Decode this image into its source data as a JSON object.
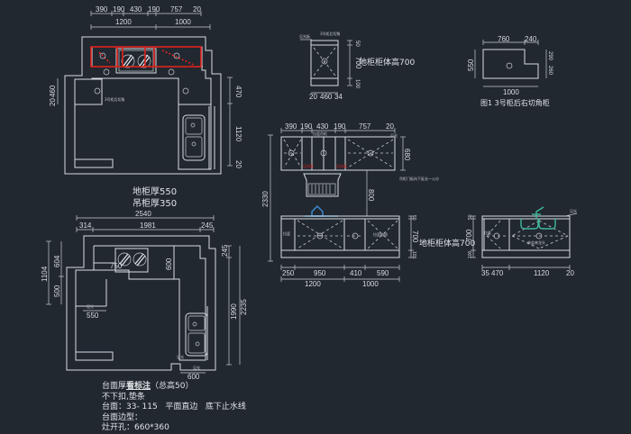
{
  "plan_top": {
    "dims_top_row": [
      "390",
      "190",
      "430",
      "190",
      "757",
      "20"
    ],
    "dims_second_row": [
      "1200",
      "1000"
    ],
    "dims_left": [
      "460",
      "20"
    ],
    "dims_right": [
      "470",
      "1120",
      "20"
    ],
    "note_label": "3号柜后切角",
    "caption_line1": "地柜厚550",
    "caption_line2": "吊柜厚350"
  },
  "plan_bottom": {
    "dims_top_row1": [
      "2540"
    ],
    "dims_top_row2": [
      "314",
      "1981",
      "245"
    ],
    "dims_left": [
      "1104",
      "604",
      "500"
    ],
    "dims_inner": [
      "600",
      "550",
      "750"
    ],
    "dims_right": [
      "245",
      "1990",
      "2235"
    ],
    "dims_bottom": [
      "600"
    ],
    "label_window": "见光",
    "label_side": "见光",
    "label_side2": "见光"
  },
  "notes": {
    "line1_prefix": "台面厚",
    "line1_bold": "看标注",
    "line1_suffix": "（总高50）",
    "line2": "不下扣,垫条",
    "line3": "台面：33- 115   平面直边   底下止水线",
    "line4": "台面边型：",
    "line5": "灶开孔：660*360"
  },
  "elevation_small": {
    "dims_right": [
      "50",
      "700",
      "100"
    ],
    "dims_bottom": [
      "20",
      "460",
      "34"
    ],
    "label": "地柜柜体高700",
    "tag_left": "见光板",
    "tag_top": "3号柜后切角"
  },
  "cabinet_3": {
    "dims_top": [
      "760",
      "240"
    ],
    "dims_left": [
      "550"
    ],
    "dims_right": [
      "290",
      "260"
    ],
    "dims_bottom": [
      "1000"
    ],
    "caption": "图1 3号柜后右切角柜"
  },
  "elevation_main": {
    "wall_dims_top": [
      "390",
      "190",
      "430",
      "190",
      "757",
      "20"
    ],
    "wall_height_total": "2330",
    "wall_cab_height": "680",
    "gap_height": "800",
    "hood_note": "吊柜门板向下延长一公分",
    "top_tag": "见光",
    "red_tags": [
      "见光板",
      "见光板"
    ],
    "inner_label": "拉篮吊柜",
    "base_dims_right": [
      "50",
      "700",
      "100"
    ],
    "base_label": "地柜柜体高700",
    "base_dims_bottom_row1": [
      "250",
      "950",
      "410",
      "590"
    ],
    "base_dims_bottom_row2": [
      "1200",
      "1000"
    ],
    "drawer_labels": [
      "拉篮",
      "拉篮抽屉"
    ]
  },
  "elevation_right": {
    "dims_left": [
      "50",
      "700",
      "100"
    ],
    "dims_bottom": [
      "35",
      "470",
      "1120",
      "20"
    ],
    "tag": "见光",
    "inner_label": "单盆单龙头",
    "left_label": "拉篮"
  },
  "colors": {
    "background": "#212830",
    "line": "#d8dce0",
    "highlight": "#e0201c",
    "stove": "#3f8fd8",
    "faucet": "#3fb89a"
  }
}
